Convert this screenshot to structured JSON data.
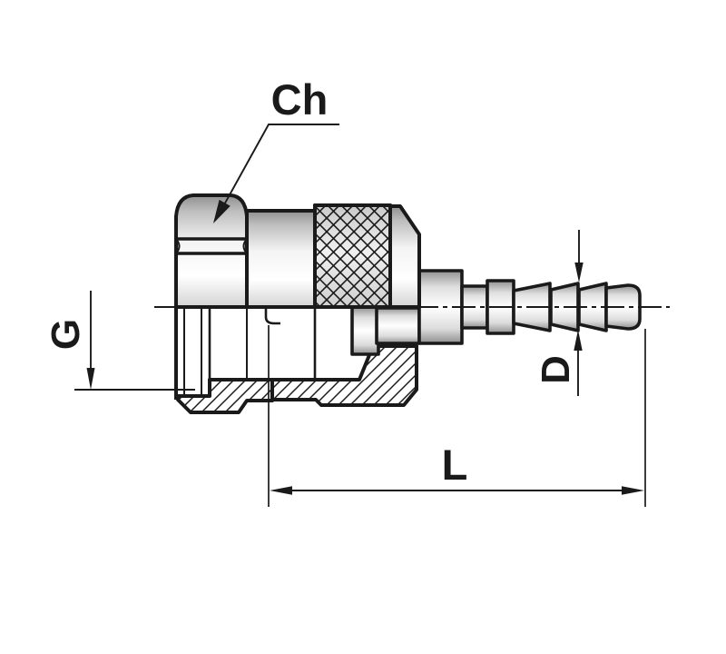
{
  "drawing": {
    "type": "technical-drawing",
    "subject": "quick-release coupling with hose barb, half-section view",
    "labels": {
      "hex_across_flats": "Ch",
      "thread": "G",
      "barb_diameter": "D",
      "overall_length": "L"
    },
    "colors": {
      "line": "#1a1a1a",
      "background": "#ffffff",
      "metal_light": "#ffffff",
      "metal_dark": "#8f8f8f"
    }
  }
}
